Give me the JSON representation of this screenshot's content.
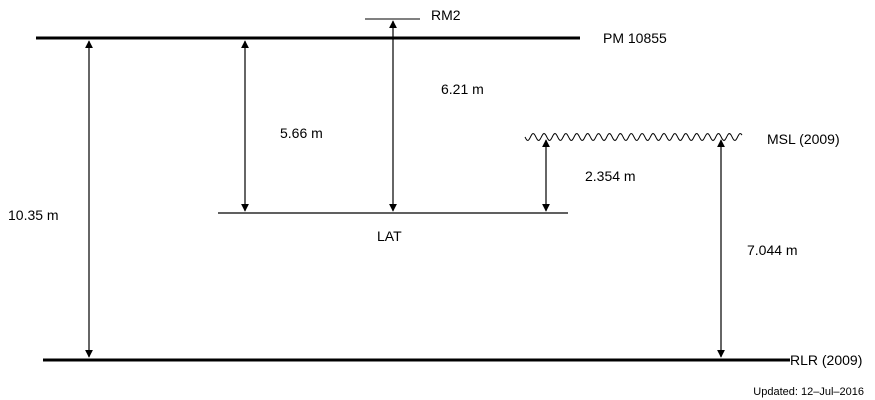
{
  "levels": {
    "rm2": "RM2",
    "pm": "PM 10855",
    "msl": "MSL (2009)",
    "lat": "LAT",
    "rlr": "RLR (2009)"
  },
  "measurements": {
    "pm_to_lat": "5.66 m",
    "rm2_to_lat": "6.21 m",
    "msl_to_lat": "2.354 m",
    "pm_to_rlr": "10.35 m",
    "msl_to_rlr": "7.044 m"
  },
  "footer": {
    "updated": "Updated: 12–Jul–2016"
  },
  "colors": {
    "line": "#000000",
    "background": "#ffffff"
  }
}
